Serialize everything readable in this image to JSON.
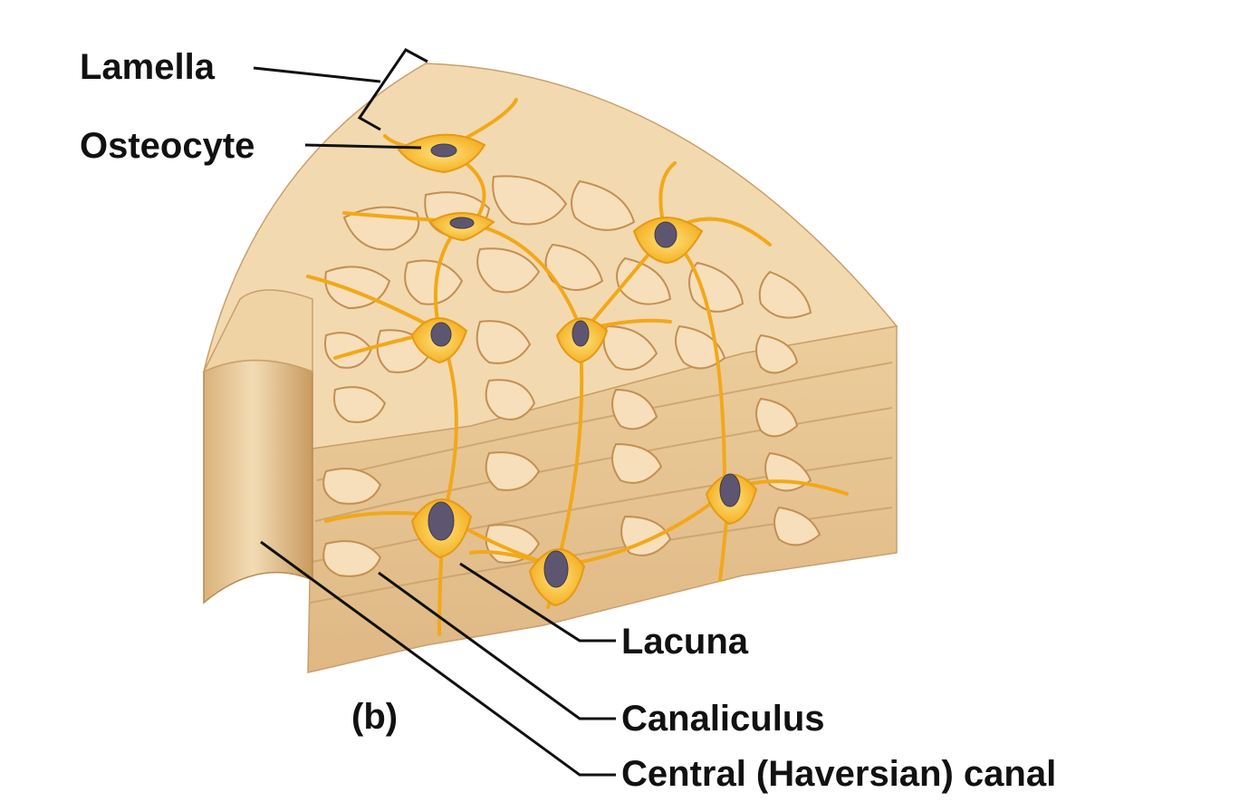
{
  "labels": {
    "lamella": "Lamella",
    "osteocyte": "Osteocyte",
    "lacuna": "Lacuna",
    "canaliculus": "Canaliculus",
    "central_canal": "Central (Haversian) canal",
    "panel": "(b)"
  },
  "colors": {
    "bone_top": "#f3d9b0",
    "bone_side": "#e9c995",
    "bone_shadow": "#c9a06a",
    "canal": "#d9b27a",
    "cell": "#f6b71c",
    "cell_light": "#ffd55a",
    "nucleus": "#5e5670",
    "leader_line": "#111111"
  }
}
